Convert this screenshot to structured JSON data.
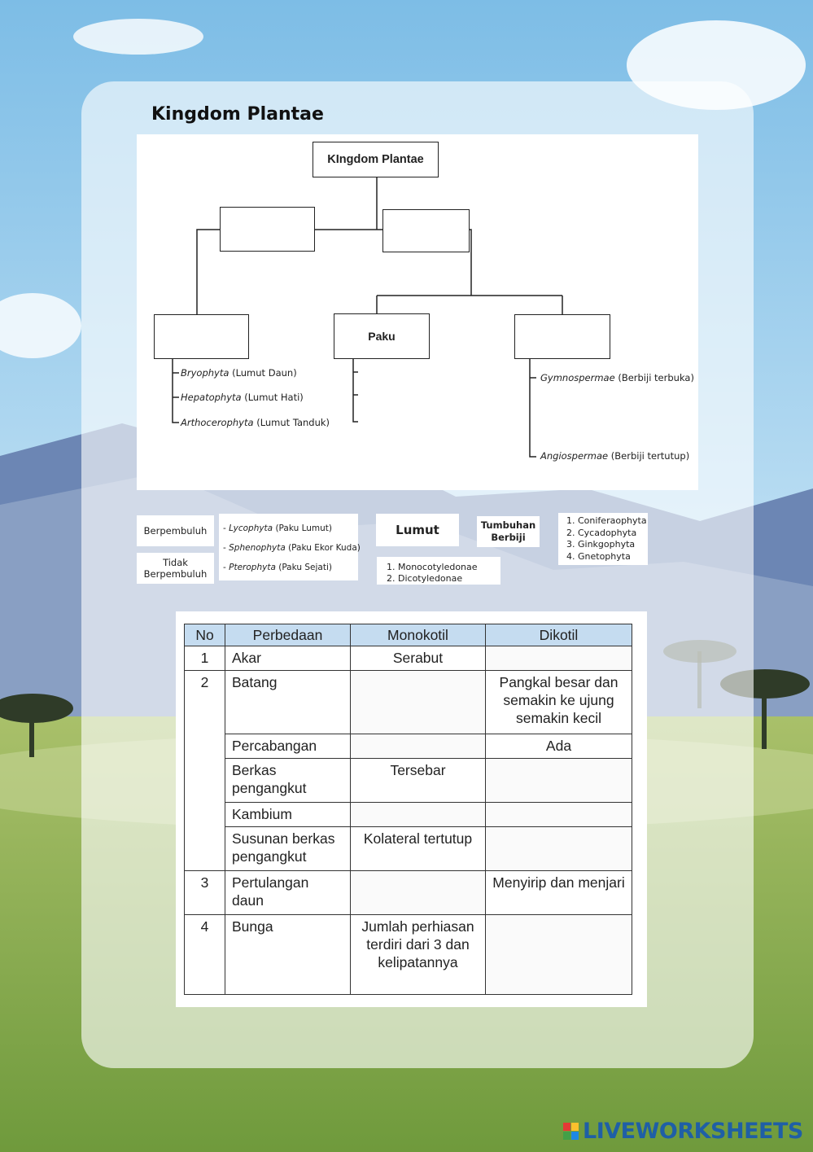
{
  "page": {
    "title": "Kingdom Plantae",
    "brand": "LIVEWORKSHEETS",
    "colors": {
      "table_header": "#c5dcf0",
      "brand": "#1f5fa6",
      "sky": "#8fc6e8",
      "grass": "#86a84a"
    }
  },
  "tree": {
    "root": "KIngdom Plantae",
    "fern_box": "Paku",
    "moss_groups": [
      {
        "italic": "Bryophyta",
        "rest": " (Lumut Daun)"
      },
      {
        "italic": "Hepatophyta",
        "rest": " (Lumut Hati)"
      },
      {
        "italic": "Arthocerophyta",
        "rest": " (Lumut Tanduk)"
      }
    ],
    "seed_groups": [
      {
        "italic": "Gymnospermae",
        "rest": " (Berbiji terbuka)"
      },
      {
        "italic": "Angiospermae",
        "rest": " (Berbiji tertutup)"
      }
    ]
  },
  "options": {
    "berpembuluh": "Berpembuluh",
    "tidak_line1": "Tidak",
    "tidak_line2": "Berpembuluh",
    "paku_list": [
      {
        "italic": "Lycophyta",
        "rest": " (Paku Lumut)"
      },
      {
        "italic": "Sphenophyta",
        "rest": " (Paku Ekor Kuda)"
      },
      {
        "italic": "Pterophyta",
        "rest": " (Paku Sejati)"
      }
    ],
    "lumut": "Lumut",
    "tumbuhan_line1": "Tumbuhan",
    "tumbuhan_line2": "Berbiji",
    "angio_list": [
      "1.   Monocotyledonae",
      "2.   Dicotyledonae"
    ],
    "gymno_list": [
      "1.   Coniferaophyta",
      "2.   Cycadophyta",
      "3.   Ginkgophyta",
      "4.   Gnetophyta"
    ]
  },
  "table": {
    "headers": [
      "No",
      "Perbedaan",
      "Monokotil",
      "Dikotil"
    ],
    "rows": {
      "akar": {
        "no": "1",
        "label": "Akar",
        "mono": "Serabut",
        "di": ""
      },
      "batang": {
        "no": "2",
        "label": "Batang",
        "mono": "",
        "di": "Pangkal besar dan semakin ke ujung semakin kecil"
      },
      "percabangan": {
        "label": "Percabangan",
        "mono": "",
        "di": "Ada"
      },
      "berkas": {
        "label": "Berkas pengangkut",
        "mono": "Tersebar",
        "di": ""
      },
      "kambium": {
        "label": "Kambium",
        "mono": "",
        "di": ""
      },
      "susunan": {
        "label": "Susunan berkas pengangkut",
        "mono": "Kolateral tertutup",
        "di": ""
      },
      "tulang": {
        "no": "3",
        "label": "Pertulangan daun",
        "mono": "",
        "di": "Menyirip dan menjari"
      },
      "bunga": {
        "no": "4",
        "label": "Bunga",
        "mono": "Jumlah perhiasan terdiri dari 3 dan kelipatannya",
        "di": ""
      }
    }
  }
}
